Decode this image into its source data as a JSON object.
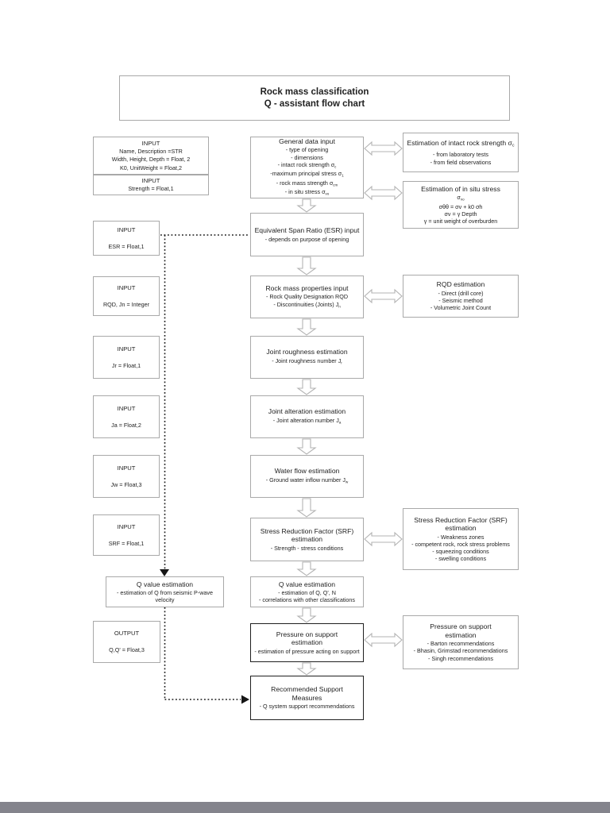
{
  "title": {
    "line1": "Rock mass classification",
    "line2": "Q - assistant flow chart"
  },
  "colors": {
    "box_border": "#a9a9a9",
    "bold_border": "#1f1f1f",
    "arrow_outline": "#b3b3b3",
    "dotted_line": "#161616",
    "text": "#1f1f1f",
    "bottom_bar": "#84848c"
  },
  "inputs": {
    "general": {
      "heading": "INPUT",
      "lines": [
        "Name, Description =STR",
        "Width, Height, Depth = Float, 2",
        "K0, UnitWeight = Float,2"
      ]
    },
    "strength": {
      "heading": "INPUT",
      "lines": [
        "Strength = Float,1"
      ]
    },
    "esr": {
      "heading": "INPUT",
      "lines": [
        "ESR = Float,1"
      ]
    },
    "rqd": {
      "heading": "INPUT",
      "lines": [
        "RQD, Jn = Integer"
      ]
    },
    "jr": {
      "heading": "INPUT",
      "lines": [
        "Jr = Float,1"
      ]
    },
    "ja": {
      "heading": "INPUT",
      "lines": [
        "Ja = Float,2"
      ]
    },
    "jw": {
      "heading": "INPUT",
      "lines": [
        "Jw = Float,3"
      ]
    },
    "srf": {
      "heading": "INPUT",
      "lines": [
        "SRF = Float,1"
      ]
    },
    "output": {
      "heading": "OUTPUT",
      "lines": [
        "Q,Q' = Float,3"
      ]
    }
  },
  "center": {
    "general": {
      "title": "General data input",
      "lines": [
        "- type of opening",
        "- dimensions",
        "- intact rock strength σ~c~",
        "-maximum principal stress σ~1~",
        "- rock mass strength σ~cm~",
        "- in situ stress σ~vo~"
      ]
    },
    "esr": {
      "title": "Equivalent Span Ratio (ESR) input",
      "lines": [
        "- depends on purpose of opening"
      ]
    },
    "rockmass": {
      "title": "Rock mass properties input",
      "lines": [
        "- Rock Quality Designation RQD",
        "- Discontinuities (Joints) J~n~"
      ]
    },
    "roughness": {
      "title": "Joint roughness estimation",
      "lines": [
        "- Joint roughness number J~r~"
      ]
    },
    "alteration": {
      "title": "Joint alteration estimation",
      "lines": [
        "- Joint alteration number J~a~"
      ]
    },
    "water": {
      "title": "Water flow estimation",
      "lines": [
        "- Ground water inflow number J~w~"
      ]
    },
    "srf": {
      "title": "Stress Reduction Factor (SRF) estimation",
      "lines": [
        "- Strength - stress conditions"
      ]
    },
    "qvalue": {
      "title": "Q value estimation",
      "lines": [
        "- estimation of Q, Q', N",
        "- correlations with other classifications"
      ]
    },
    "pressure": {
      "title": "Pressure on support estimation",
      "lines": [
        "- estimation of pressure acting on support"
      ]
    },
    "support": {
      "title": "Recommended Support Measures",
      "lines": [
        "- Q system support recommendations"
      ]
    }
  },
  "left": {
    "qvalue": {
      "title": "Q value estimation",
      "lines": [
        "- estimation of Q from seismic P-wave velocity"
      ]
    }
  },
  "right": {
    "intact": {
      "title": "Estimation of intact rock strength σ~c~",
      "lines": [
        "- from laboratory tests",
        "- from field observations"
      ]
    },
    "insitu": {
      "title": "Estimation of in situ stress",
      "lines": [
        "σ~vo~",
        "σθθ = σv + k0 σh",
        "σv = γ Depth",
        "γ = unit weight of overburden"
      ]
    },
    "rqd": {
      "title": "RQD estimation",
      "lines": [
        "- Direct (drill core)",
        "- Seismic method",
        "- Volumetric Joint Count"
      ]
    },
    "srf": {
      "title": "Stress Reduction Factor (SRF) estimation",
      "lines": [
        "- Weakness zones",
        "- competent rock, rock stress problems",
        "- squeezing conditions",
        "- swelling conditions"
      ]
    },
    "pressure": {
      "title": "Pressure on support estimation",
      "lines": [
        "- Barton recommendations",
        "- Bhasin, Grimstad recommendations",
        "- Singh recommendations"
      ]
    }
  }
}
